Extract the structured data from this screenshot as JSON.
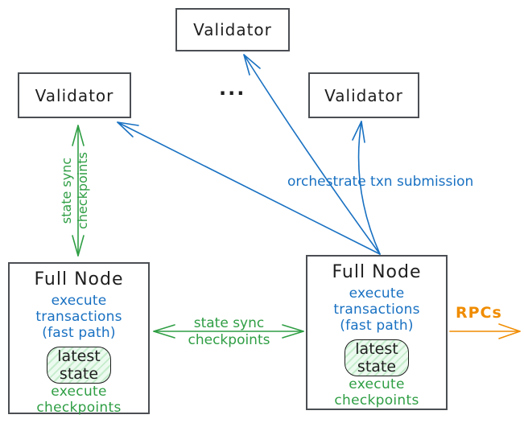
{
  "colors": {
    "green": "#2f9e44",
    "blue": "#1971c2",
    "orange": "#f08c00",
    "ink": "#1e1e1e",
    "box_border": "#4b4f54"
  },
  "validators": {
    "top": {
      "label": "Validator"
    },
    "left": {
      "label": "Validator"
    },
    "right": {
      "label": "Validator"
    },
    "ellipsis": "..."
  },
  "full_nodes": {
    "left": {
      "title": "Full Node",
      "exec_line1": "execute transactions",
      "exec_line2": "(fast path)",
      "state_line1": "latest",
      "state_line2": "state",
      "footer": "execute checkpoints"
    },
    "right": {
      "title": "Full Node",
      "exec_line1": "execute transactions",
      "exec_line2": "(fast path)",
      "state_line1": "latest",
      "state_line2": "state",
      "footer": "execute checkpoints"
    }
  },
  "edges": {
    "validator_fullnode_sync": {
      "label_line1": "state sync",
      "label_line2": "checkpoints"
    },
    "fullnode_fullnode_sync": {
      "label_line1": "state sync",
      "label_line2": "checkpoints"
    },
    "orchestrate": {
      "label": "orchestrate txn submission"
    },
    "rpcs": {
      "label": "RPCs"
    }
  }
}
